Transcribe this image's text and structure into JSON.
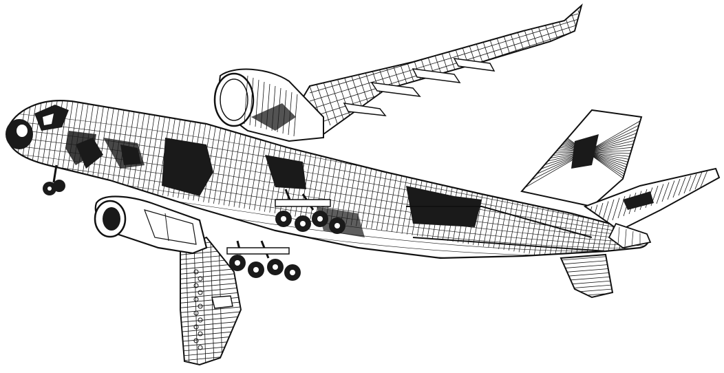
{
  "figure": {
    "subject": "airliner-cutaway-line-drawing",
    "style": "black-ink-technical-illustration",
    "colors": {
      "ink": "#111111",
      "paper": "#ffffff",
      "dark_fill": "#1a1a1a"
    },
    "parts": [
      "nose-radome",
      "cockpit",
      "forward-fuselage",
      "center-fuselage",
      "aft-fuselage",
      "right-wing",
      "left-wing",
      "right-engine-nacelle",
      "left-engine-nacelle",
      "vertical-stabilizer",
      "right-horizontal-stabilizer",
      "left-horizontal-stabilizer",
      "nose-landing-gear",
      "main-landing-gear-forward",
      "main-landing-gear-aft",
      "wing-flap-track-fairings",
      "tail-cone"
    ]
  }
}
